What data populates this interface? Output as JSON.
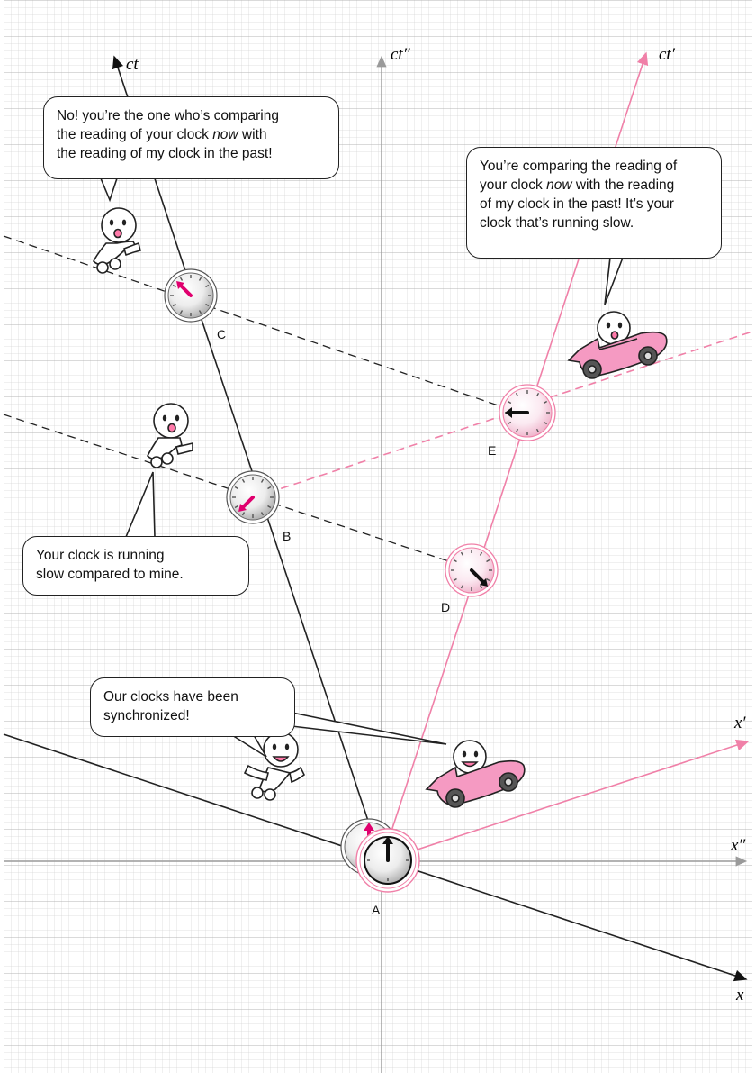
{
  "axes": {
    "ct": "ct",
    "ct_double_prime": "ct″",
    "ct_prime": "ct′",
    "x": "x",
    "x_prime": "x′",
    "x_double_prime": "x″"
  },
  "events": {
    "A": "A",
    "B": "B",
    "C": "C",
    "D": "D",
    "E": "E"
  },
  "bubbles": {
    "stand_top": {
      "line1": "No! you’re the one who’s comparing",
      "line2_pre": "the reading of your clock ",
      "line2_em": "now",
      "line2_post": " with",
      "line3": "the reading of my clock in the past!"
    },
    "car_top": {
      "line1": "You’re comparing the reading of",
      "line2_pre": "your clock ",
      "line2_em": "now",
      "line2_post": " with the reading",
      "line3": "of my clock in the past! It’s your",
      "line4": "clock that’s running slow."
    },
    "stand_mid": {
      "line1": "Your clock is running",
      "line2": "slow compared to mine."
    },
    "sync": {
      "line1": "Our clocks have been",
      "line2": "synchronized!"
    }
  },
  "colors": {
    "grid_minor": "#d6d6d6",
    "grid_major": "#b4b4b4",
    "black_frame": "#222222",
    "pink_frame": "#f080a8",
    "pink_dark": "#e0006e",
    "ct2_axis": "#9a9a9a"
  }
}
